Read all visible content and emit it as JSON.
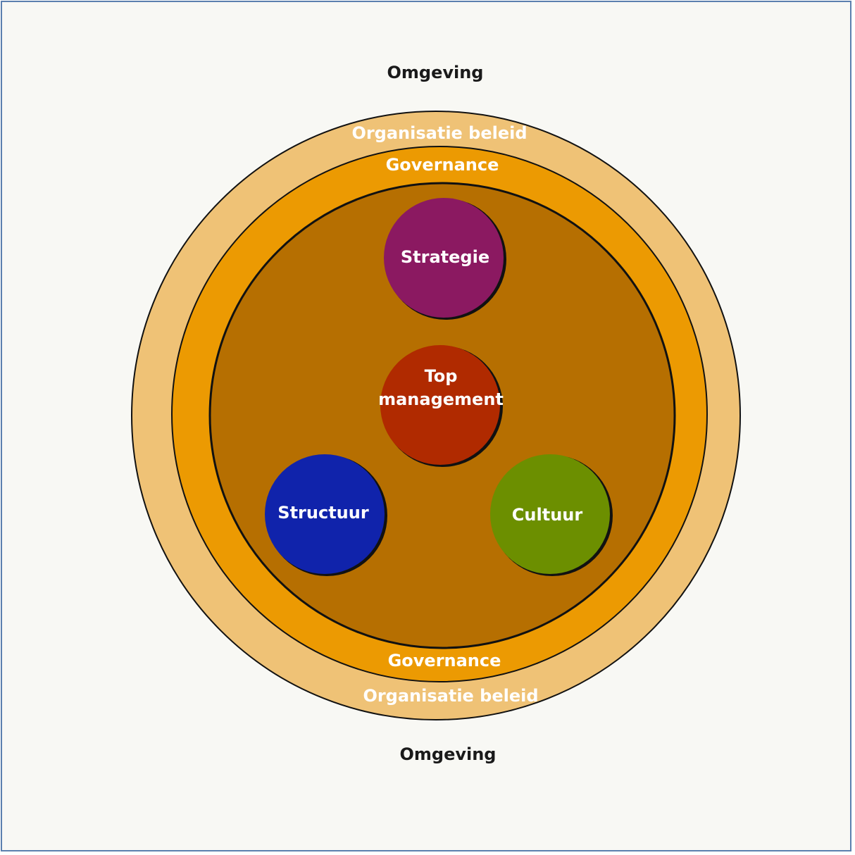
{
  "labels": {
    "environment_top": "Omgeving",
    "environment_bottom": "Omgeving",
    "org_policy_top": "Organisatie beleid",
    "org_policy_bottom": "Organisatie beleid",
    "governance_top": "Governance",
    "governance_bottom": "Governance"
  },
  "nodes": {
    "strategy": "Strategie",
    "top_management_line1": "Top",
    "top_management_line2": "management",
    "structure": "Structuur",
    "culture": "Cultuur"
  },
  "colors": {
    "background": "#f8f8f4",
    "frame_border": "#5b7fae",
    "org_policy_ring": "#efc276",
    "governance_ring": "#ec9a02",
    "core": "#b66f01",
    "strategy": "#8b1961",
    "top_management": "#b02a00",
    "structure": "#1023ab",
    "culture": "#6c8f00"
  }
}
